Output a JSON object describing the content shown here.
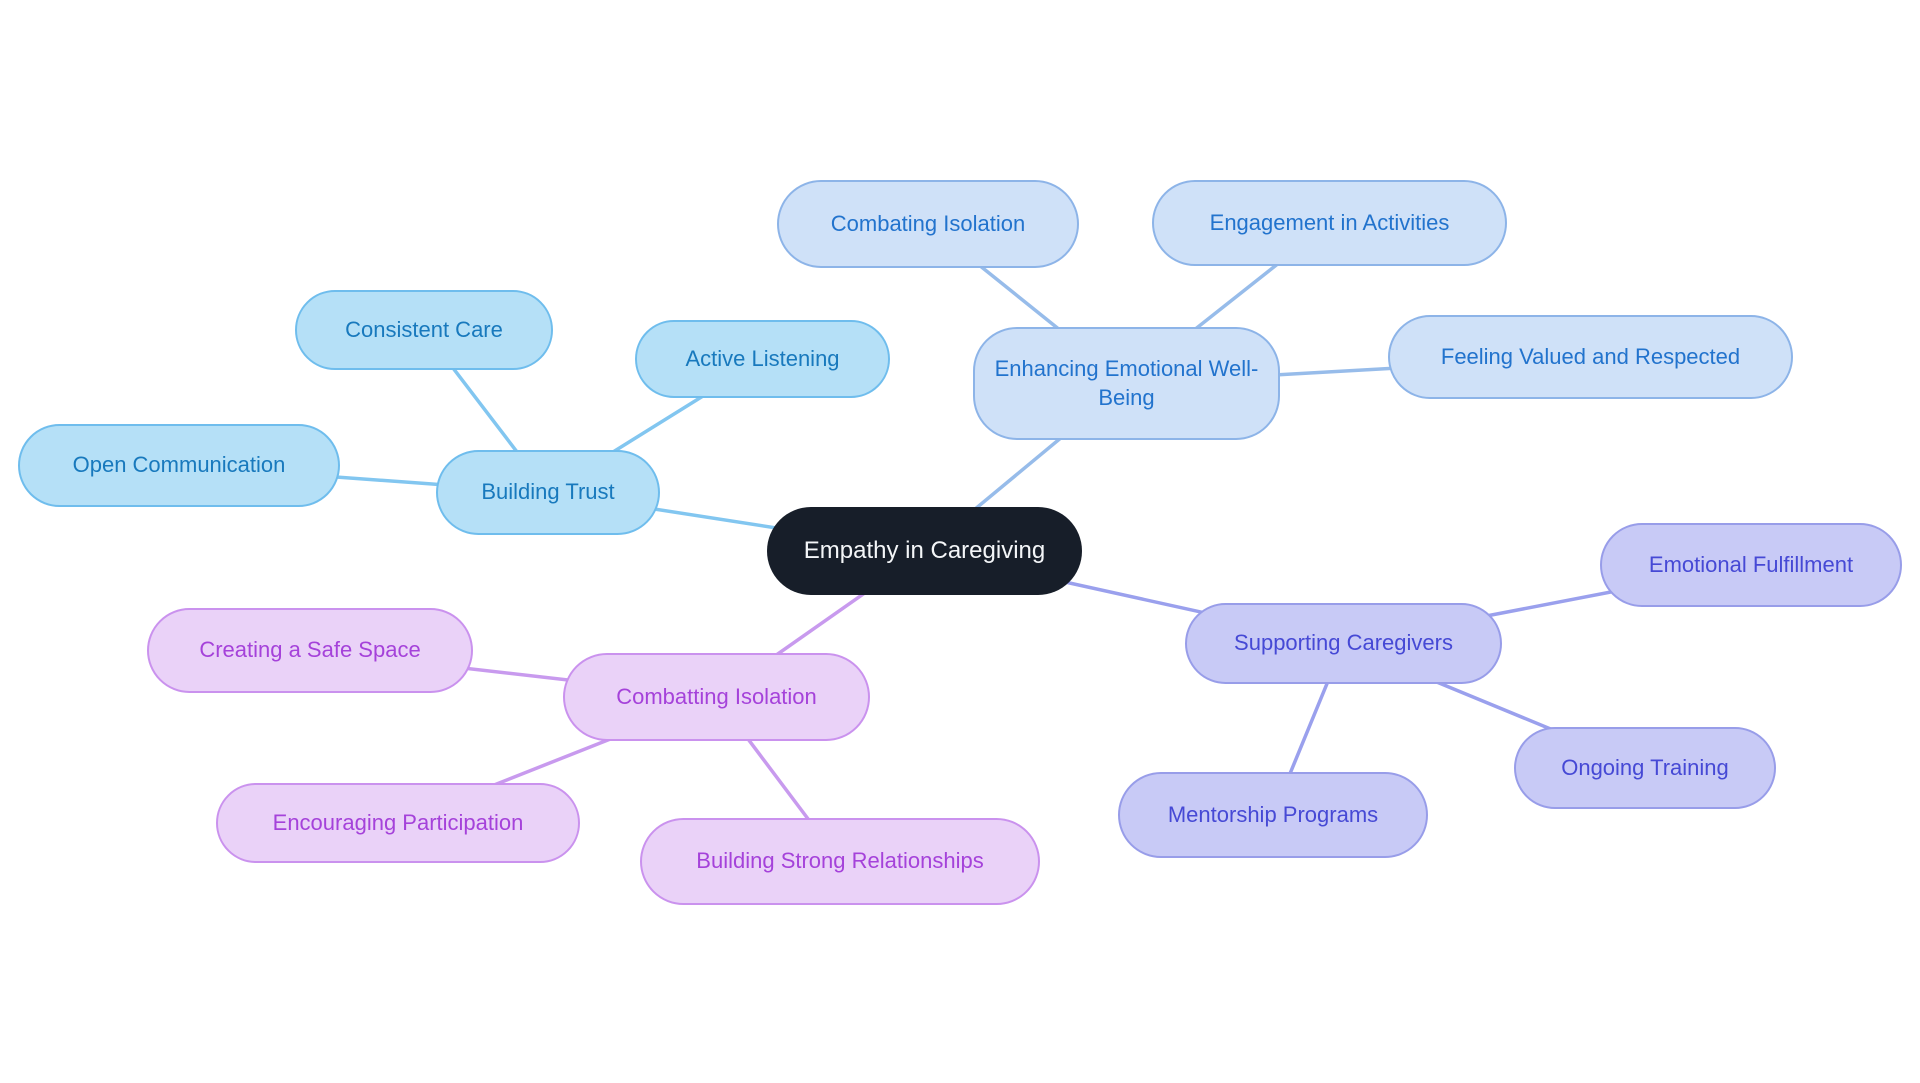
{
  "diagram": {
    "type": "mindmap",
    "background_color": "#ffffff",
    "center": {
      "id": "center",
      "label": "Empathy in Caregiving",
      "fill": "#171e29",
      "text_color": "#f4f6f8"
    },
    "branches": [
      {
        "id": "building_trust",
        "label": "Building Trust",
        "fill": "#b5e0f7",
        "border": "#6fbded",
        "text": "#1879bd",
        "line": "#82c6f0",
        "children": [
          {
            "id": "consistent_care",
            "label": "Consistent Care"
          },
          {
            "id": "active_listening",
            "label": "Active Listening"
          },
          {
            "id": "open_communication",
            "label": "Open Communication"
          }
        ]
      },
      {
        "id": "enhancing_emotional_well_being",
        "label": "Enhancing Emotional Well-Being",
        "fill": "#cfe1f8",
        "border": "#8db4e8",
        "text": "#2273cd",
        "line": "#97bcea",
        "children": [
          {
            "id": "combating_isolation",
            "label": "Combating Isolation"
          },
          {
            "id": "engagement_in_activities",
            "label": "Engagement in Activities"
          },
          {
            "id": "feeling_valued_and_respected",
            "label": "Feeling Valued and Respected"
          }
        ]
      },
      {
        "id": "supporting_caregivers",
        "label": "Supporting Caregivers",
        "fill": "#c8caf6",
        "border": "#989de9",
        "text": "#4649d5",
        "line": "#9aa0ed",
        "children": [
          {
            "id": "emotional_fulfillment",
            "label": "Emotional Fulfillment"
          },
          {
            "id": "ongoing_training",
            "label": "Ongoing Training"
          },
          {
            "id": "mentorship_programs",
            "label": "Mentorship Programs"
          }
        ]
      },
      {
        "id": "combatting_isolation",
        "label": "Combatting Isolation",
        "fill": "#ead2f8",
        "border": "#ca92ee",
        "text": "#a542da",
        "line": "#c89aee",
        "children": [
          {
            "id": "creating_a_safe_space",
            "label": "Creating a Safe Space"
          },
          {
            "id": "encouraging_participation",
            "label": "Encouraging Participation"
          },
          {
            "id": "building_strong_relationships",
            "label": "Building Strong Relationships"
          }
        ]
      }
    ]
  }
}
